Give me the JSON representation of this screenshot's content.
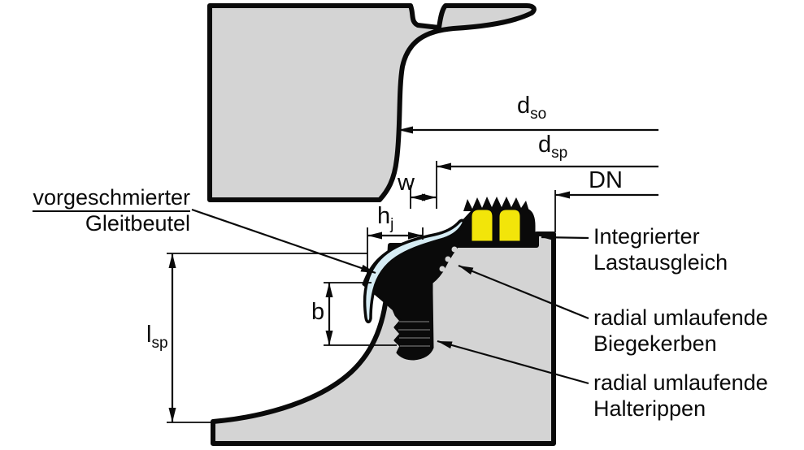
{
  "labels": {
    "gleitbeutel": {
      "line1": "vorgeschmierter",
      "line2": "Gleitbeutel"
    },
    "lastausgleich": {
      "line1": "Integrierter",
      "line2": "Lastausgleich"
    },
    "biegekerben": {
      "line1": "radial umlaufende",
      "line2": "Biegekerben"
    },
    "halterippen": {
      "line1": "radial umlaufende",
      "line2": "Halterippen"
    }
  },
  "dims": {
    "d_so": {
      "main": "d",
      "sub": "so"
    },
    "d_sp": {
      "main": "d",
      "sub": "sp"
    },
    "dn": {
      "main": "DN"
    },
    "w": {
      "main": "w"
    },
    "h_j": {
      "main": "h",
      "sub": "j"
    },
    "b": {
      "main": "b"
    },
    "l_sp": {
      "main": "l",
      "sub": "sp"
    }
  },
  "colors": {
    "pipe_gray": "#d4d4d4",
    "outline_black": "#0a0a0a",
    "gleitbeutel_blue": "#d6ecf4",
    "lastausgleich_yellow": "#f2e50a"
  }
}
